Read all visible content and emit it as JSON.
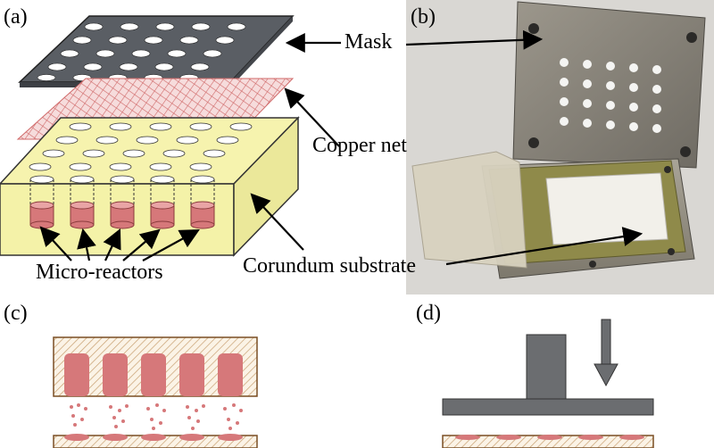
{
  "panels": {
    "a": {
      "label": "(a)"
    },
    "b": {
      "label": "(b)"
    },
    "c": {
      "label": "(c)"
    },
    "d": {
      "label": "(d)"
    }
  },
  "callouts": {
    "mask": "Mask",
    "copper_net": "Copper net",
    "micro_reactors": "Micro-reactors",
    "corundum_substrate": "Corundum substrate"
  },
  "colors": {
    "mask_plate": "#55595f",
    "copper_net": "#e9a8a8",
    "substrate": "#f4f2a8",
    "reactor_fill": "#d6787a",
    "hatch": "#c8a070",
    "photo_bg": "#d8d6d2",
    "steel": "#8f8a80",
    "press": "#6b6d70"
  },
  "icons": {
    "press_arrow": "down-arrow-icon"
  }
}
